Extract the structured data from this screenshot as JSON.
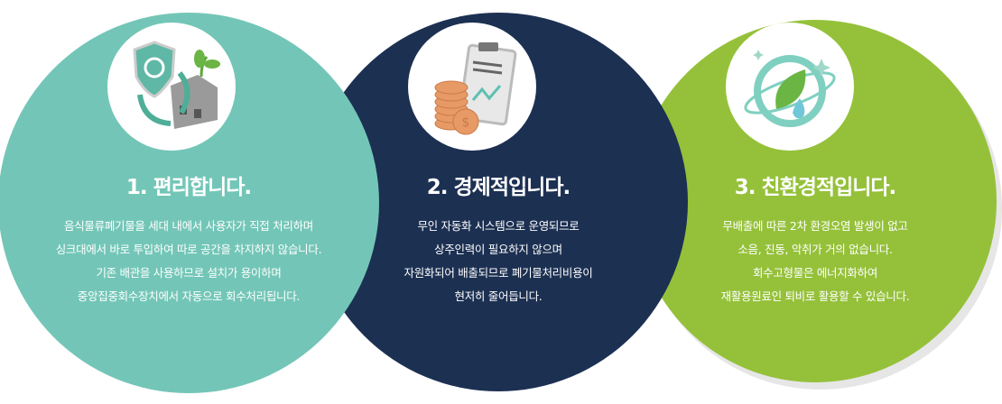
{
  "colors": {
    "convenient": "#73c6b7",
    "economic": "#1c3052",
    "eco": "#95c13a"
  },
  "panels": [
    {
      "title": "1. 편리합니다.",
      "icon": "recycle-factory-icon",
      "lines": [
        "음식물류폐기물을 세대 내에서 사용자가 직접 처리하며",
        "싱크대에서 바로 투입하여 따로 공간을 차지하지 않습니다.",
        "기존 배관을 사용하므로 설치가 용이하며",
        "중앙집중회수장치에서 자동으로 회수처리됩니다."
      ]
    },
    {
      "title": "2. 경제적입니다.",
      "icon": "coins-clipboard-icon",
      "lines": [
        "무인 자동화 시스템으로 운영되므로",
        "상주인력이 필요하지 않으며",
        "자원화되어 배출되므로 폐기물처리비용이",
        "현저히 줄어듭니다."
      ]
    },
    {
      "title": "3. 친환경적입니다.",
      "icon": "leaf-drop-icon",
      "lines": [
        "무배출에 따른 2차 환경오염 발생이 없고",
        "소음, 진동, 악취가 거의 없습니다.",
        "회수고형물은 에너지화하여",
        "재활용원료인 퇴비로 활용할 수 있습니다."
      ]
    }
  ]
}
